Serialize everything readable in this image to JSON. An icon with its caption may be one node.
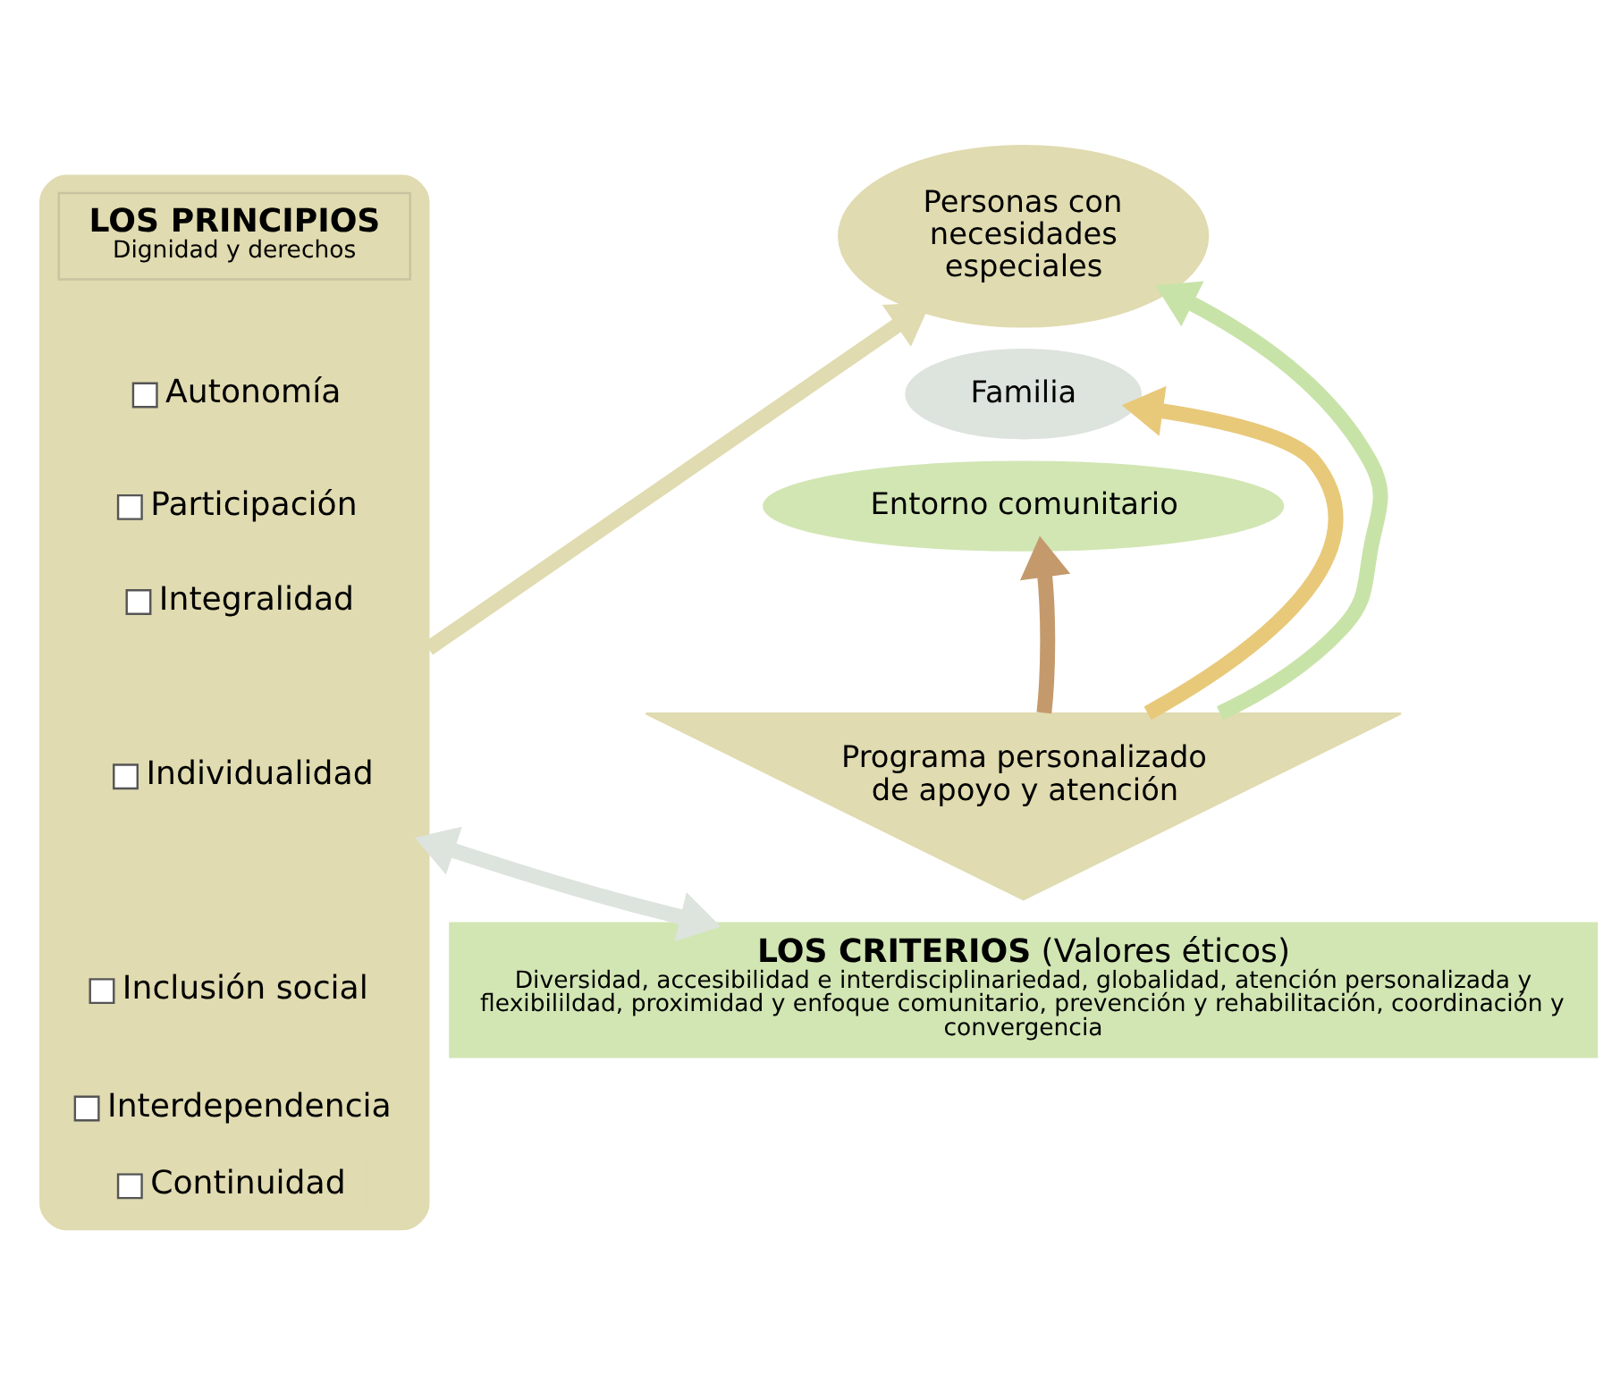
{
  "diagram": {
    "nodes": [
      {
        "text": [],
        "shape": "box"
      },
      {
        "text": [
          "LOS PRINCIPIOS",
          "Dignidad y derechos"
        ],
        "in": 0
      },
      {
        "text": [
          "Autonomía"
        ],
        "in": 0
      },
      {
        "text": [
          "Participación"
        ],
        "in": 0
      },
      {
        "text": [
          "Integralidad"
        ],
        "in": 0
      },
      {
        "text": [
          "Individualidad"
        ],
        "in": 0
      },
      {
        "text": [
          "Inclusión social"
        ],
        "in": 0
      },
      {
        "text": [
          "Interdependencia"
        ],
        "in": 0
      },
      {
        "text": [
          "Continuidad"
        ],
        "in": 0
      },
      {
        "text": [
          "Personas con necesidades especiales"
        ]
      },
      {
        "text": [
          "Familia"
        ]
      },
      {
        "text": [
          "Entorno comunitario"
        ]
      },
      {
        "text": [
          "Programa personalizado de apoyo y atención"
        ]
      },
      {
        "text": [
          "**LOS CRITERIOS** (Valores éticos)",
          "Diversidad, accesibilidad e interdisciplinariedad, globalidad, atención personalizada y flexibilildad, proximidad y enfoque comunitario, prevención y rehabilitación, coordinación y convergencia"
        ]
      }
    ],
    "edges": [
      {
        "from": 0,
        "to": 9,
        "arrow": "to",
        "color": "#e0dbb0"
      },
      {
        "from": 0,
        "to": 13,
        "arrow": "both",
        "color": "#dde3dd"
      },
      {
        "from": 12,
        "to": 11,
        "arrow": "to",
        "color": "#c49a6c"
      },
      {
        "from": 12,
        "to": 10,
        "arrow": "to",
        "color": "#e8c97a"
      },
      {
        "from": 12,
        "to": 9,
        "arrow": "to",
        "color": "#c8e3a8"
      }
    ]
  }
}
